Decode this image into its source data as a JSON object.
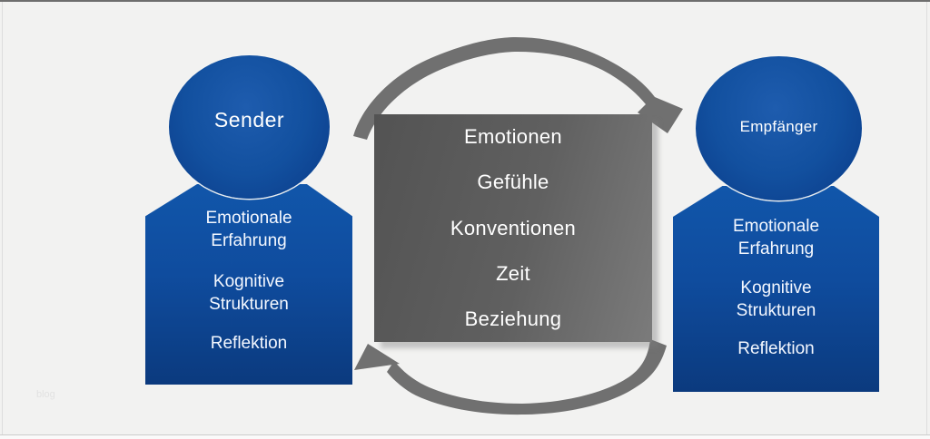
{
  "sender": {
    "head_label": "Sender",
    "items": [
      "Emotionale\nErfahrung",
      "Kognitive\nStrukturen",
      "Reflektion"
    ]
  },
  "empfaenger": {
    "head_label": "Empfänger",
    "items": [
      "Emotionale\nErfahrung",
      "Kognitive\nStrukturen",
      "Reflektion"
    ]
  },
  "center_box": {
    "items": [
      "Emotionen",
      "Gefühle",
      "Konventionen",
      "Zeit",
      "Beziehung"
    ]
  },
  "watermark": "blog",
  "colors": {
    "figure_blue_top": "#1156aa",
    "figure_blue_bottom": "#0b3a7e",
    "box_gray_dark": "#535353",
    "box_gray_light": "#7b7b7b",
    "arrow_gray": "#707070",
    "background": "#f2f2f1"
  }
}
